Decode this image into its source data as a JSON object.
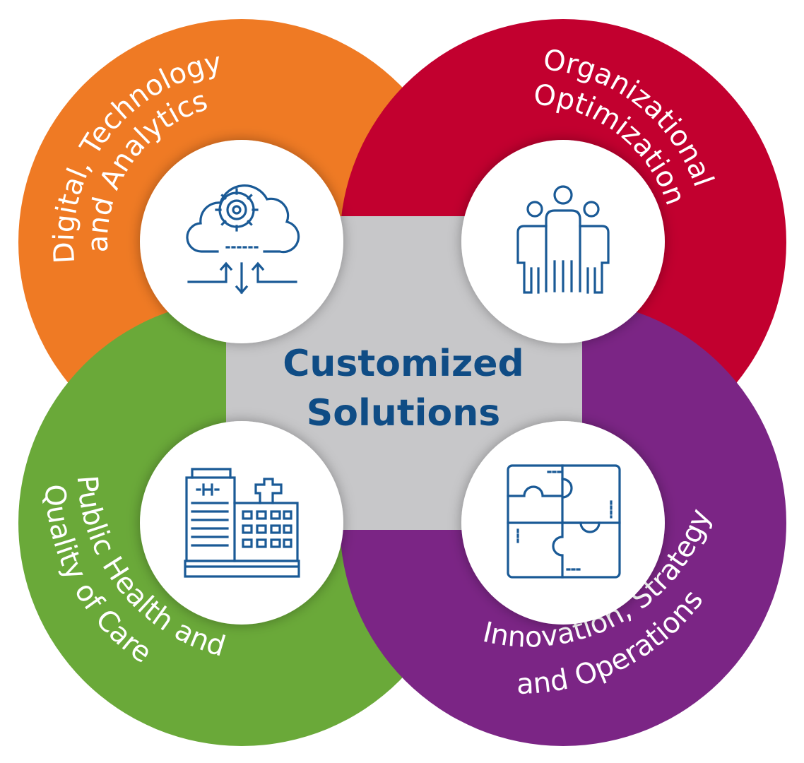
{
  "center": {
    "line1": "Customized",
    "line2": "Solutions",
    "box_color": "#c7c7c9",
    "text_color": "#0f4c85"
  },
  "segments": [
    {
      "id": "digital",
      "line1": "Digital, Technology",
      "line2": "and Analytics",
      "color": "#ef7a24",
      "icon": "cloud-gear-icon"
    },
    {
      "id": "organizational",
      "line1": "Organizational",
      "line2": "Optimization",
      "color": "#c2002f",
      "icon": "people-group-icon"
    },
    {
      "id": "public-health",
      "line1": "Public Health and",
      "line2": "Quality of Care",
      "color": "#6aa939",
      "icon": "hospital-building-icon"
    },
    {
      "id": "innovation",
      "line1": "Innovation, Strategy",
      "line2": "and Operations",
      "color": "#7b2585",
      "icon": "puzzle-pieces-icon"
    }
  ],
  "icon_color": "#1a5a96"
}
